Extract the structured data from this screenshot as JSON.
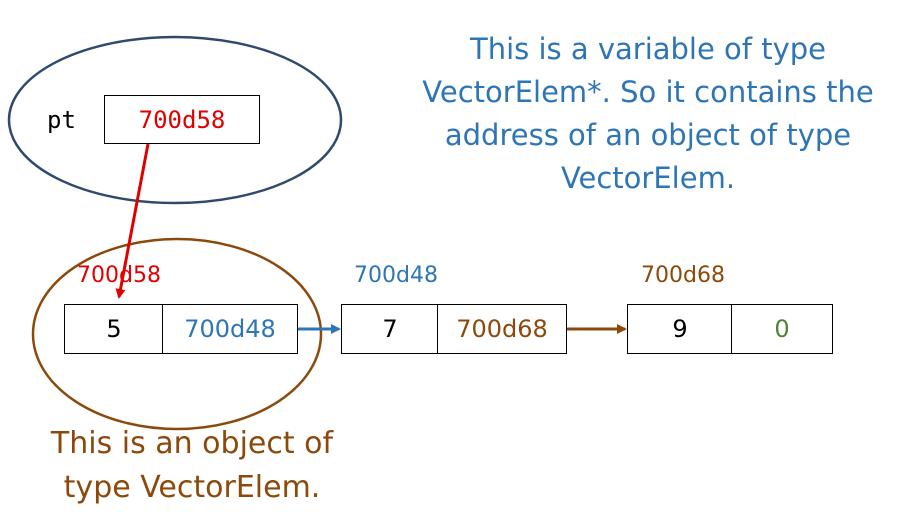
{
  "colors": {
    "red": "#e00000",
    "blue": "#2e75b6",
    "brown": "#8b4a0c",
    "green": "#548235",
    "navy": "#2f4a6e",
    "black": "#000000"
  },
  "pointer": {
    "name": "pt",
    "value": "700d58"
  },
  "nodes": [
    {
      "address": "700d58",
      "value": "5",
      "next": "700d48"
    },
    {
      "address": "700d48",
      "value": "7",
      "next": "700d68"
    },
    {
      "address": "700d68",
      "value": "9",
      "next": "0"
    }
  ],
  "annotations": {
    "pointer_note": [
      "This is a variable of type",
      "VectorElem*. So it contains the",
      "address of an object of type",
      "VectorElem."
    ],
    "object_note": [
      "This is an object of",
      "type VectorElem."
    ]
  }
}
